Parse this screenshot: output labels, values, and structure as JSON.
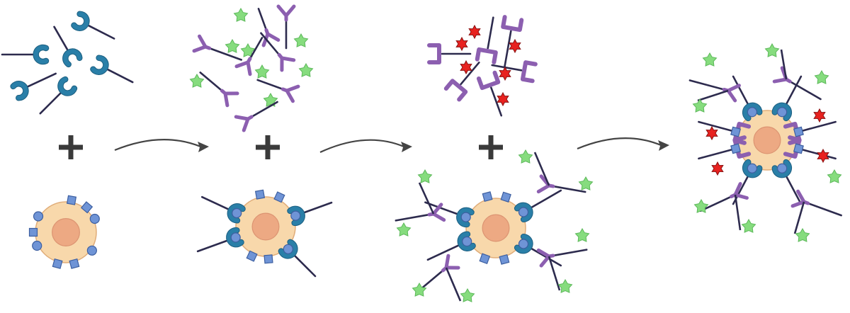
{
  "diagram": {
    "steps": [
      "primary-antibodies-plus-cell",
      "secondary-antibodies-plus-labeled-cell",
      "tertiary-antibodies-plus-double-labeled-cell",
      "final-labeled-cell"
    ],
    "icons": [
      "primary-antibody-icon",
      "secondary-antibody-icon",
      "green-star-label-icon",
      "red-star-label-icon",
      "plus-icon",
      "arrow-icon",
      "cell-icon",
      "square-receptor-icon",
      "round-receptor-icon"
    ]
  },
  "colors": {
    "primary_antibody": "#2a7fa8",
    "primary_antibody_stroke": "#1c5f80",
    "antibody_tail": "#2d2b4e",
    "secondary_antibody": "#8c5fb0",
    "green_star": "#86dc7e",
    "green_star_stroke": "#5cb85a",
    "red_star": "#e8221f",
    "red_star_stroke": "#8a1010",
    "cell": "#f8d8ab",
    "cell_stroke": "#e0ad7a",
    "nucleus": "#eda983",
    "nucleus_stroke": "#dc9472",
    "receptor": "#6f94d6",
    "receptor_stroke": "#3d5fa0",
    "plus": "#3a3a3a",
    "arrow": "#444444"
  }
}
